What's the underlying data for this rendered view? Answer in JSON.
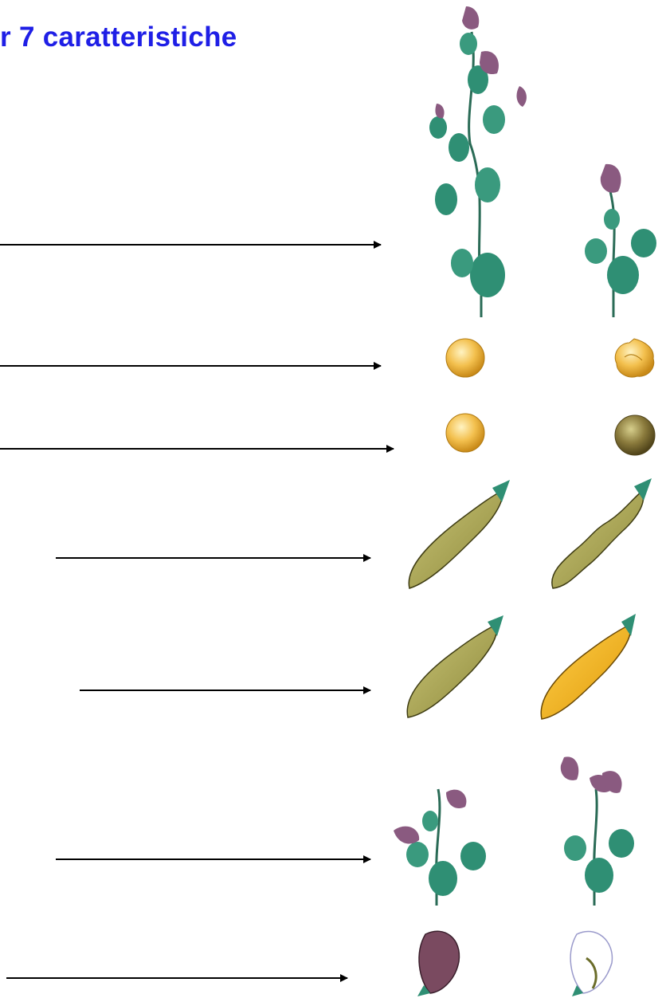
{
  "title": {
    "text": "r 7 caratteristiche",
    "color": "#1f1fe6"
  },
  "colors": {
    "arrow": "#000000",
    "leaf": "#2f8f74",
    "leaf_dark": "#1d5e4b",
    "flower": "#8a5a80",
    "seed_yellow": "#f3c04e",
    "seed_green": "#8a7a3c",
    "pod_green": "#b3ad58",
    "pod_yellow": "#f5b21c"
  },
  "rows": [
    {
      "trait": "stem-length",
      "left": "tall-plant",
      "right": "dwarf-plant"
    },
    {
      "trait": "seed-shape",
      "left": "round-seed",
      "right": "wrinkled-seed"
    },
    {
      "trait": "seed-color",
      "left": "yellow-seed",
      "right": "green-seed"
    },
    {
      "trait": "pod-shape",
      "left": "inflated-pod",
      "right": "constricted-pod"
    },
    {
      "trait": "pod-color",
      "left": "green-pod",
      "right": "yellow-pod"
    },
    {
      "trait": "flower-position",
      "left": "axial-flowers",
      "right": "terminal-flowers"
    },
    {
      "trait": "flower-color",
      "left": "purple-flower",
      "right": "white-flower"
    }
  ]
}
